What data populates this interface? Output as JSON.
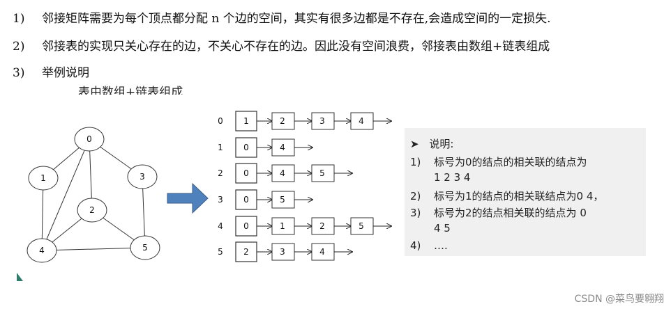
{
  "text_lines": [
    {
      "num": "1)",
      "text": "邻接矩阵需要为每个顶点都分配 n 个边的空间，其实有很多边都是不存在,会造成空间的一定损失."
    },
    {
      "num": "2)",
      "text": "邻接表的实现只关心存在的边，不关心不存在的边。因此没有空间浪费，邻接表由数组+链表组成"
    },
    {
      "num": "3)",
      "text": "举例说明"
    }
  ],
  "figure_title": "表由数组+链表组成",
  "graph": {
    "nodes": [
      "0",
      "1",
      "2",
      "3",
      "4",
      "5"
    ]
  },
  "adjacency": [
    {
      "index": "0",
      "first": "1",
      "list": [
        "2",
        "3",
        "4"
      ]
    },
    {
      "index": "1",
      "first": "0",
      "list": [
        "4"
      ]
    },
    {
      "index": "2",
      "first": "0",
      "list": [
        "4",
        "5"
      ]
    },
    {
      "index": "3",
      "first": "0",
      "list": [
        "5"
      ]
    },
    {
      "index": "4",
      "first": "0",
      "list": [
        "1",
        "2",
        "5"
      ]
    },
    {
      "index": "5",
      "first": "2",
      "list": [
        "3",
        "4"
      ]
    }
  ],
  "notes": {
    "heading": "说明:",
    "items": [
      {
        "num": "1)",
        "text": "标号为0的结点的相关联的结点为",
        "cont": "1 2 3 4"
      },
      {
        "num": "2)",
        "text": "标号为1的结点的相关联结点为0 4，",
        "cont": ""
      },
      {
        "num": "3)",
        "text": "标号为2的结点相关联的结点为 0",
        "cont": "4 5"
      },
      {
        "num": "4)",
        "text": "….",
        "cont": ""
      }
    ]
  },
  "watermark": "CSDN @菜鸟要翱翔",
  "colors": {
    "arrow_fill": "#4f81bd",
    "arrow_stroke": "#385d8a",
    "note_bg": "#f0f0f0",
    "corner_mark": "#2e7d6b"
  }
}
